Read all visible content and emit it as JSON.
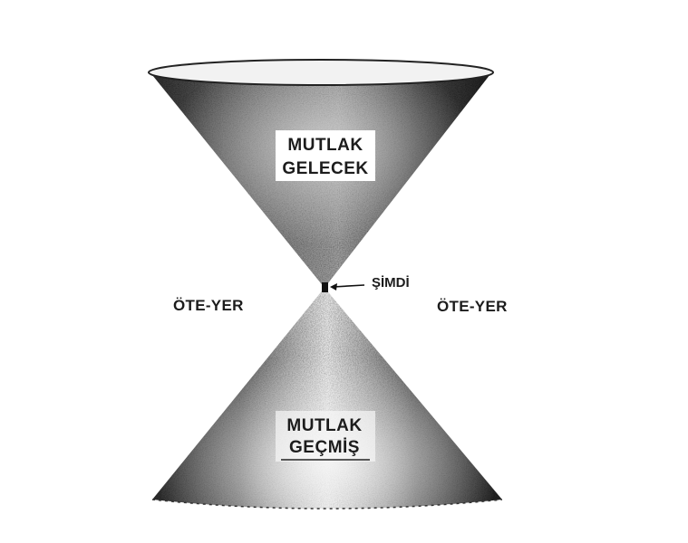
{
  "labels": {
    "future_line1": "MUTLAK",
    "future_line2": "GELECEK",
    "past_line1": "MUTLAK",
    "past_line2": "GEÇMİŞ",
    "now": "ŞİMDİ",
    "elsewhere_left": "ÖTE-YER",
    "elsewhere_right": "ÖTE-YER"
  },
  "colors": {
    "cone_dark": "#1e1e1e",
    "cone_light": "#cfcfcf",
    "background": "#ffffff",
    "ink": "#1c1c1c"
  }
}
